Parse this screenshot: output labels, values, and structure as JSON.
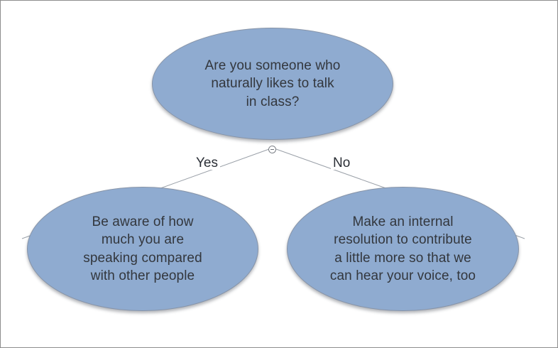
{
  "diagram": {
    "type": "decision-tree",
    "colors": {
      "node_fill": "#8fabd0",
      "node_border": "#8794a8",
      "text": "#33373d",
      "connector": "#9aa0a8",
      "page_border": "#8d8d8d",
      "background": "#ffffff"
    },
    "root": {
      "id": "root",
      "text": "Are you someone who\nnaturally likes to talk\nin class?"
    },
    "branches": [
      {
        "id": "yes",
        "label": "Yes",
        "text": "Be aware of how\nmuch you are\nspeaking compared\nwith other people"
      },
      {
        "id": "no",
        "label": "No",
        "text": "Make an internal\nresolution to contribute\na little more so that we\ncan hear your voice, too"
      }
    ],
    "collapse_marker": "minus-circle-icon"
  }
}
